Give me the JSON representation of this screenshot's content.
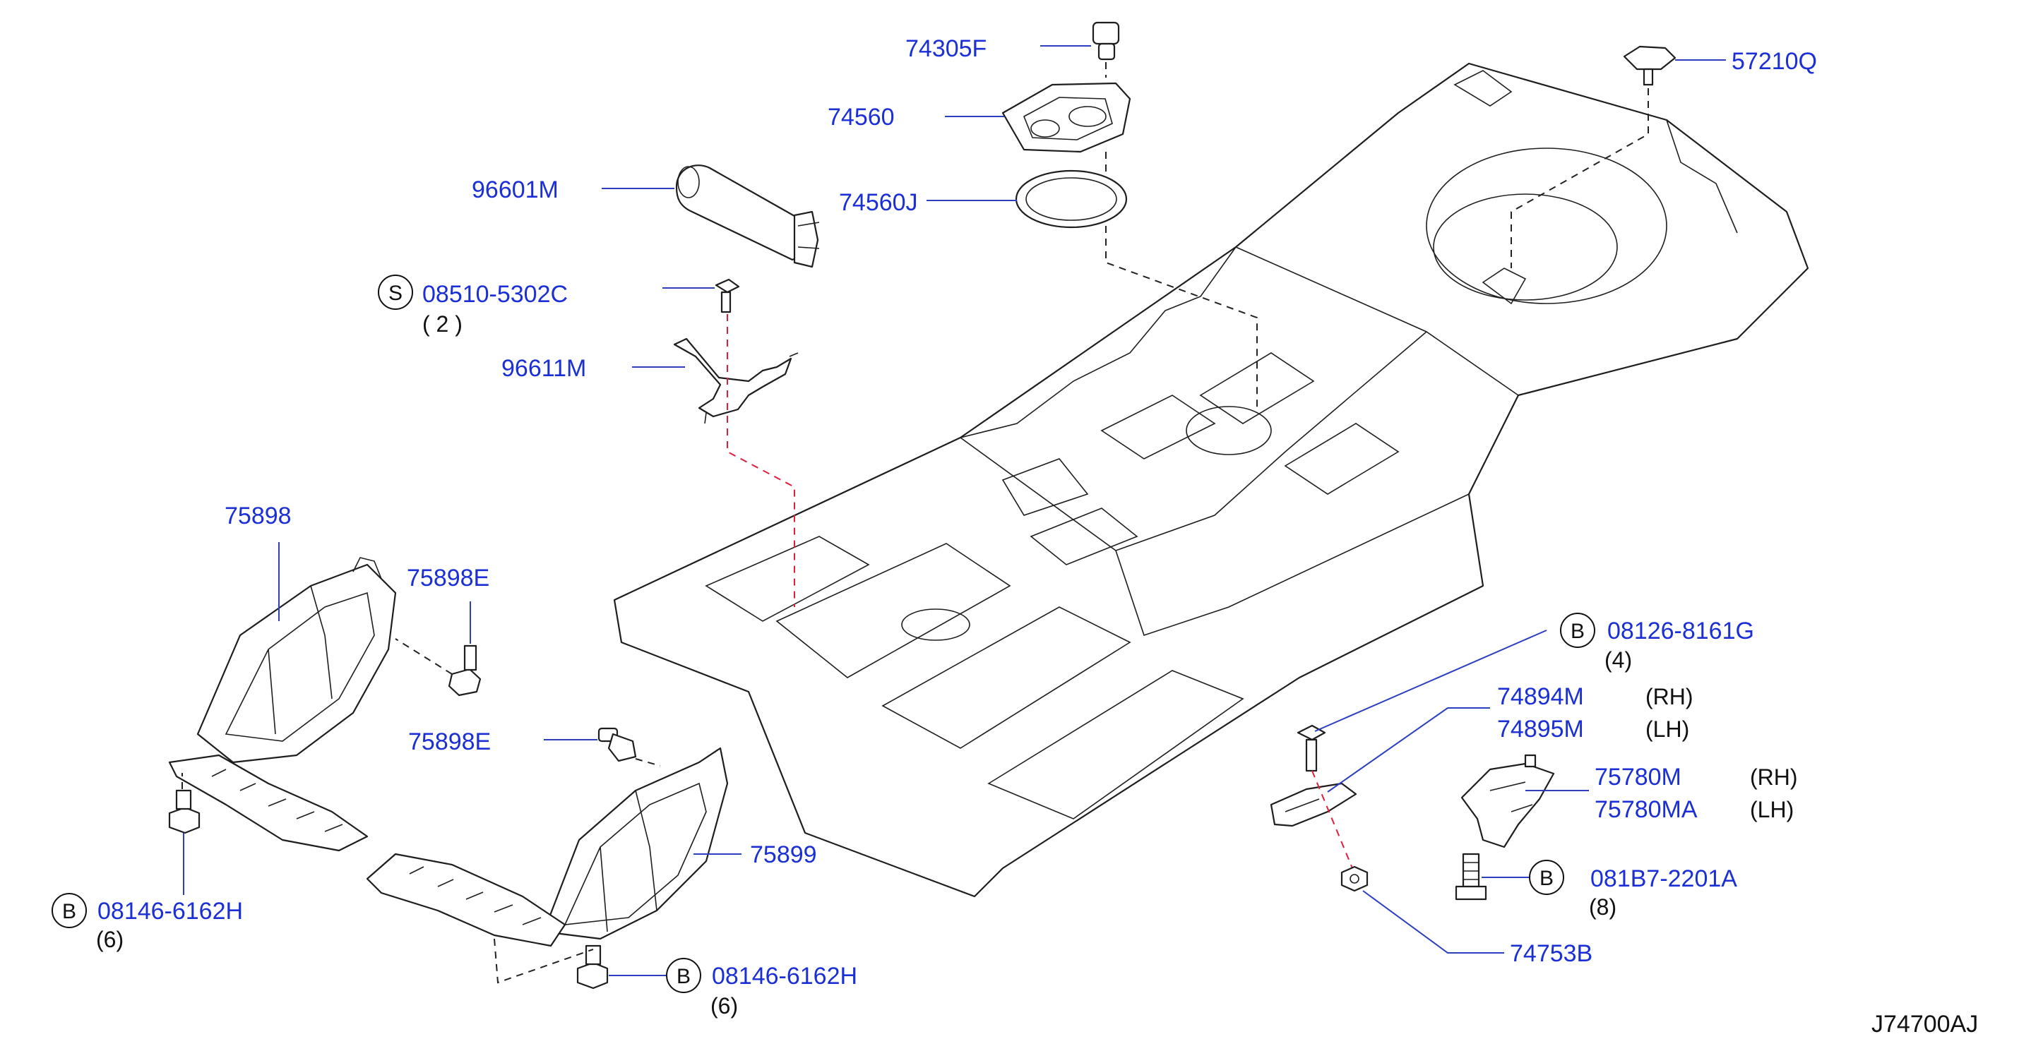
{
  "diagram": {
    "code": "J74700AJ",
    "labels": {
      "p74305F": "74305F",
      "p57210Q": "57210Q",
      "p74560": "74560",
      "p74560J": "74560J",
      "p96601M": "96601M",
      "p08510": "08510-5302C",
      "p08510_qty": "( 2 )",
      "p96611M": "96611M",
      "p75898": "75898",
      "p75898E_a": "75898E",
      "p75898E_b": "75898E",
      "p75899": "75899",
      "p08146_left": "08146-6162H",
      "p08146_left_qty": "(6)",
      "p08146_bottom": "08146-6162H",
      "p08146_bottom_qty": "(6)",
      "p08126": "08126-8161G",
      "p08126_qty": "(4)",
      "p74894M": "74894M",
      "p74894M_side": "(RH)",
      "p74895M": "74895M",
      "p74895M_side": "(LH)",
      "p75780M": "75780M",
      "p75780M_side": "(RH)",
      "p75780MA": "75780MA",
      "p75780MA_side": "(LH)",
      "p081B7": "081B7-2201A",
      "p081B7_qty": "(8)",
      "p74753B": "74753B"
    },
    "badges": {
      "s": "S",
      "b1": "B",
      "b2": "B",
      "b3": "B",
      "b4": "B"
    },
    "colors": {
      "part_label": "#1a2fd6",
      "leader_line": "#2b3fc0",
      "centerline_red": "#e0203a",
      "drawing": "#1e1e1e"
    }
  }
}
